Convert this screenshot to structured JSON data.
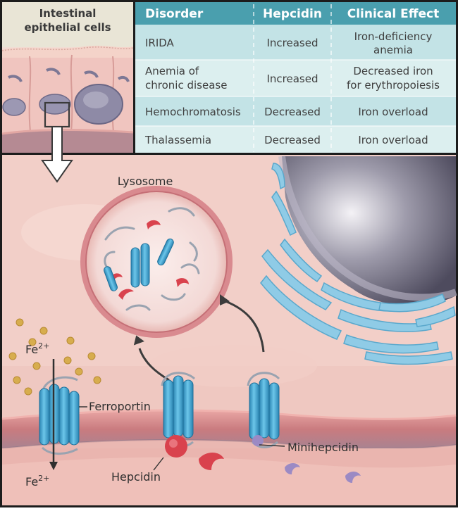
{
  "inset": {
    "label_line1": "Intestinal",
    "label_line2": "epithelial cells"
  },
  "table": {
    "headers": [
      "Disorder",
      "Hepcidin",
      "Clinical Effect"
    ],
    "rows": [
      {
        "disorder": [
          "IRIDA"
        ],
        "hepcidin": "Increased",
        "effect": [
          "Iron-deficiency",
          "anemia"
        ]
      },
      {
        "disorder": [
          "Anemia of",
          "chronic disease"
        ],
        "hepcidin": "Increased",
        "effect": [
          "Decreased iron",
          "for erythropoiesis"
        ]
      },
      {
        "disorder": [
          "Hemochromatosis"
        ],
        "hepcidin": "Decreased",
        "effect": [
          "Iron overload"
        ]
      },
      {
        "disorder": [
          "Thalassemia"
        ],
        "hepcidin": "Decreased",
        "effect": [
          "Iron overload"
        ]
      }
    ]
  },
  "labels": {
    "lysosome": "Lysosome",
    "fe_top": "Fe",
    "fe_top_sup": "2+",
    "fe_bottom": "Fe",
    "fe_bottom_sup": "2+",
    "ferroportin": "Ferroportin",
    "hepcidin": "Hepcidin",
    "minihepcidin": "Minihepcidin"
  },
  "colors": {
    "header_bg": "#4a9fae",
    "row_a": "#c3e3e6",
    "row_b": "#dcefef",
    "cell_pink": "#eec3bd",
    "membrane": "#d98c8c",
    "ferroportin": "#3fa3cf",
    "hepcidin": "#d9424d",
    "minihepcidin": "#9b8ac4",
    "iron": "#d7ad4e",
    "nucleus": "#6d6a80"
  }
}
